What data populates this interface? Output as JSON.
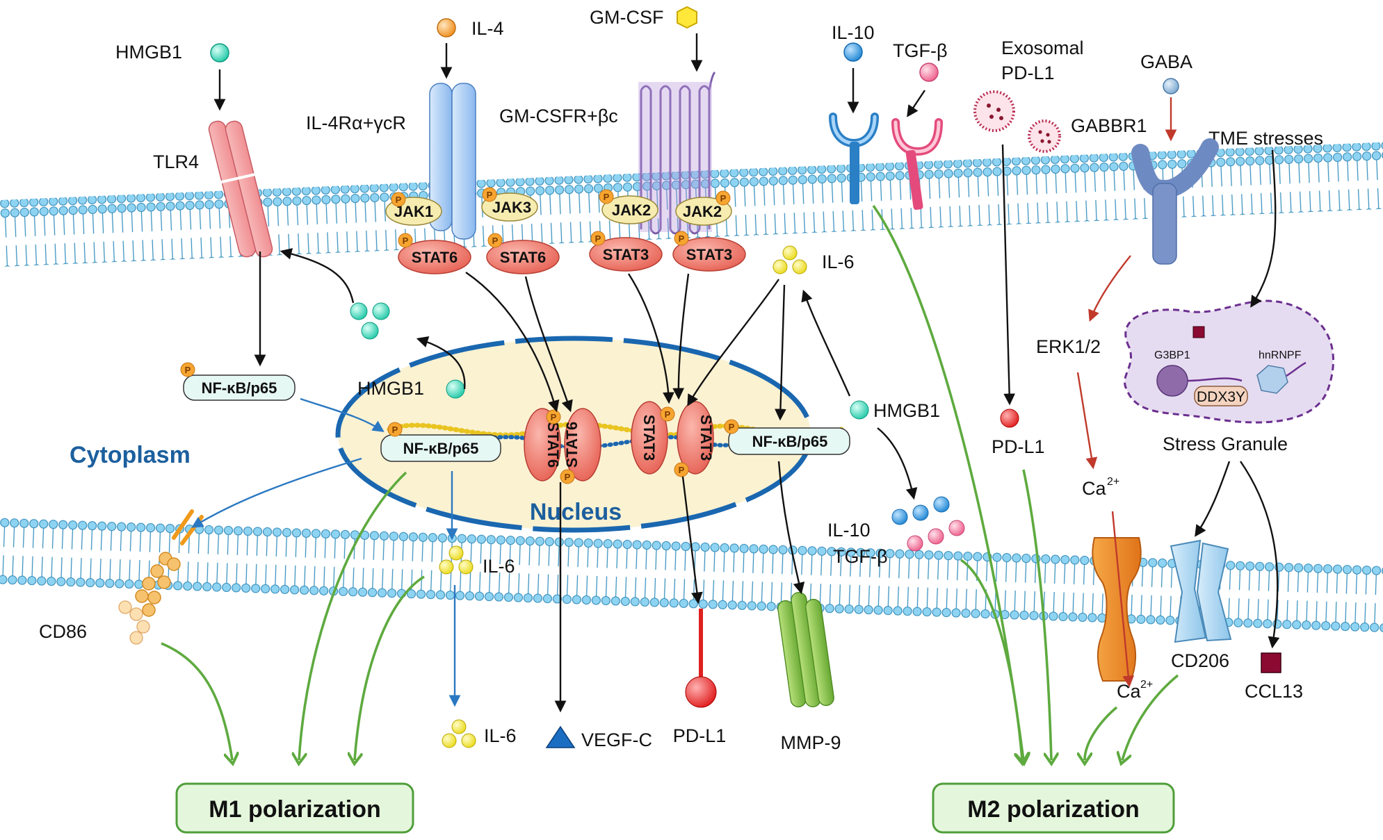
{
  "colors": {
    "membrane_head": "#6cc3e8",
    "membrane_line": "#2e8ab8",
    "nucleus_fill": "#fbf2d2",
    "nucleus_border": "#1a67b0",
    "stat_fill": "#f27a6e",
    "jak_fill": "#f7ecb0",
    "nfkb_fill": "#e6f8f4",
    "polarization_fill": "#e4f6dc",
    "polarization_border": "#4f9e3a",
    "green_arrow": "#5eaa3f",
    "blue_arrow": "#2a78c2",
    "red_arrow": "#c0392b"
  },
  "labels": {
    "hmgb1_top": "HMGB1",
    "il4": "IL-4",
    "gmcsf": "GM-CSF",
    "il10_top": "IL-10",
    "tgfb_top": "TGF-β",
    "exosomal_1": "Exosomal",
    "exosomal_2": "PD-L1",
    "gaba": "GABA",
    "gabbr1": "GABBR1",
    "tme": "TME stresses",
    "tlr4": "TLR4",
    "il4r": "IL-4Rα+γcR",
    "gmcsfr": "GM-CSFR+βc",
    "jak1": "JAK1",
    "jak3": "JAK3",
    "jak2a": "JAK2",
    "jak2b": "JAK2",
    "stat6a": "STAT6",
    "stat6b": "STAT6",
    "stat3a": "STAT3",
    "stat3b": "STAT3",
    "il6_mid": "IL-6",
    "erk": "ERK1/2",
    "g3bp1": "G3BP1",
    "hnrnpf": "hnRNPF",
    "ddx3y": "DDX3Y",
    "stress_granule": "Stress Granule",
    "nfkb_cyto": "NF-κB/p65",
    "hmgb1_cyto": "HMGB1",
    "cytoplasm": "Cytoplasm",
    "nfkb_nuc_left": "NF-κB/p65",
    "stat6_nuc_a": "STAT6",
    "stat6_nuc_b": "STAT6",
    "stat3_nuc_a": "STAT3",
    "stat3_nuc_b": "STAT3",
    "nfkb_nuc_right": "NF-κB/p65",
    "hmgb1_nuc": "HMGB1",
    "nucleus": "Nucleus",
    "pdl1_cyto": "PD-L1",
    "ca_cyto": "Ca",
    "ca_sup": "2+",
    "il10_low": "IL-10",
    "tgfb_low": "TGF-β",
    "il6_low1": "IL-6",
    "cd86": "CD86",
    "il6_low2": "IL-6",
    "vegfc": "VEGF-C",
    "pdl1_mem": "PD-L1",
    "mmp9": "MMP-9",
    "ca_out": "Ca",
    "ca_out_sup": "2+",
    "cd206": "CD206",
    "ccl13": "CCL13",
    "p": "P"
  },
  "polarization": {
    "m1": "M1 polarization",
    "m2": "M2 polarization"
  }
}
